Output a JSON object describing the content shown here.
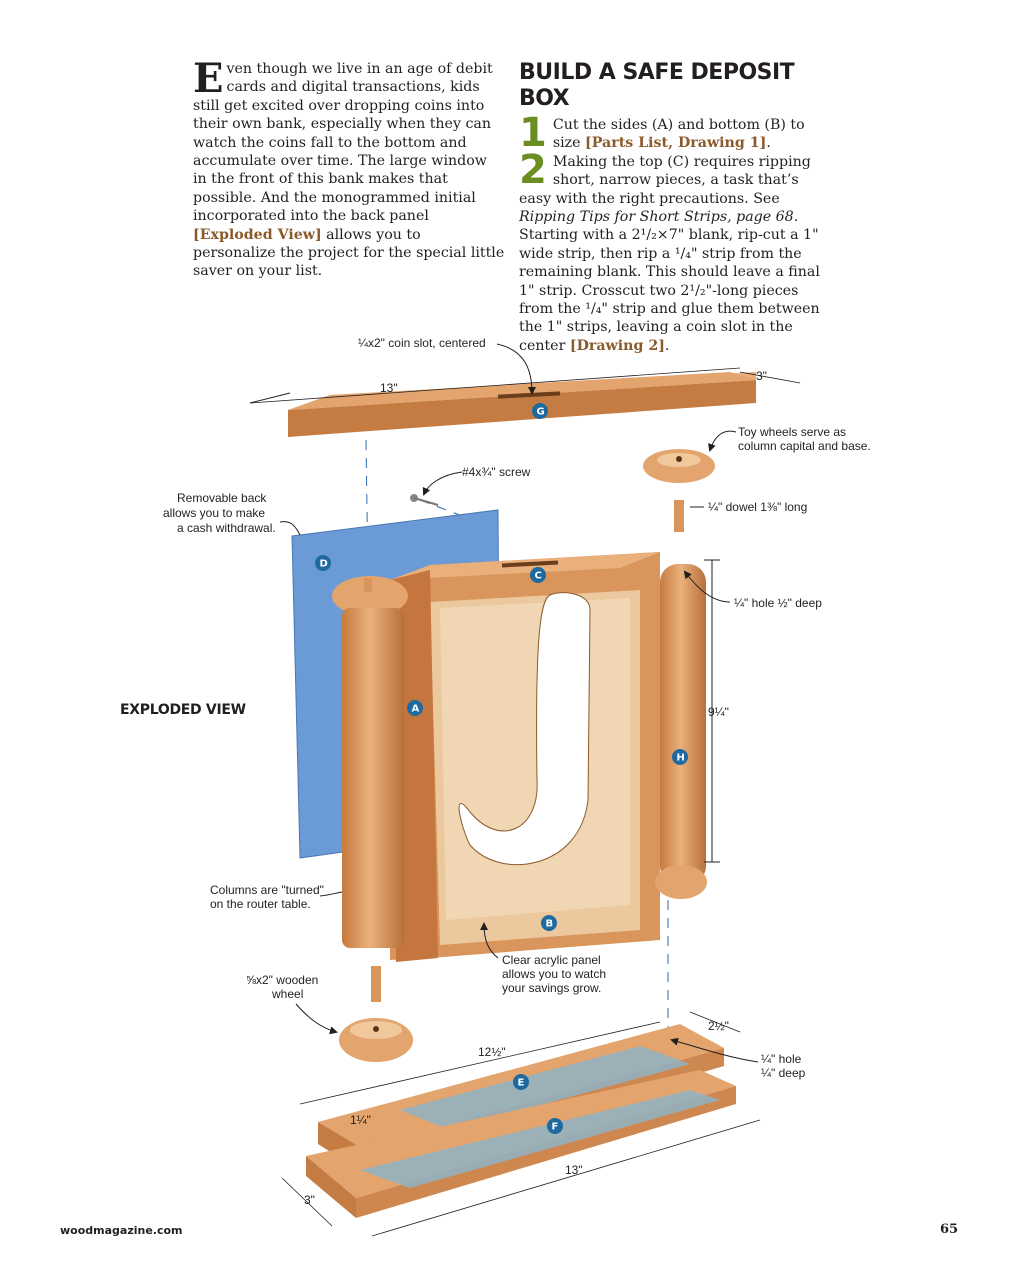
{
  "intro": {
    "dropcap": "E",
    "text_1": "ven though we live in an age of debit cards and digital transactions, kids still get excited over dropping coins into their own bank, especially when they can watch the coins fall to the bottom and accumulate over time. The large window in the front of this bank makes that possible. And the monogrammed initial incorporated into the back panel ",
    "link": "[Exploded View]",
    "text_2": " allows you to personalize the project for the special little saver on your list."
  },
  "build": {
    "heading": "BUILD A SAFE DEPOSIT BOX",
    "step1_num": "1",
    "step1_text": "Cut the sides (A) and bottom (B) to size ",
    "step1_link": "[Parts List, Drawing 1]",
    "step1_end": ".",
    "step2_num": "2",
    "step2_text_1": "Making the top (C) requires ripping short, narrow pieces, a task that’s easy with the right precautions. See ",
    "step2_italic": "Ripping Tips for Short Strips, page 68",
    "step2_text_2": ". Starting with a 2¹/₂×7\" blank, rip-cut a 1\" wide strip, then rip a ¹/₄\" strip from the remaining blank. This should leave a final 1\" strip. Crosscut two 2¹/₂\"-long pieces from the ¹/₄\" strip and glue them between the 1\" strips, leaving a coin slot in the center ",
    "step2_link": "[Drawing 2]",
    "step2_end": "."
  },
  "diagram": {
    "title": "EXPLODED VIEW",
    "labels": {
      "coin_slot": "¼x2\" coin slot, centered",
      "top_len": "13\"",
      "top_width": "3\"",
      "screw": "#4x¾\" screw",
      "toy_wheels_1": "Toy wheels serve as",
      "toy_wheels_2": "column capital and base.",
      "dowel": "¼\" dowel 1⅜\" long",
      "removable_1": "Removable back",
      "removable_2": "allows you to make",
      "removable_3": "a cash withdrawal.",
      "hole_top": "¼\" hole ½\" deep",
      "height": "9¼\"",
      "columns_1": "Columns are \"turned\"",
      "columns_2": "on the router table.",
      "acrylic_1": "Clear acrylic panel",
      "acrylic_2": "allows you to watch",
      "acrylic_3": "your savings grow.",
      "wheel_1": "⅝x2\" wooden",
      "wheel_2": "wheel",
      "base_w": "2½\"",
      "base_len_e": "12½\"",
      "hole_base_1": "¼\" hole",
      "hole_base_2": "¼\" deep",
      "offset": "1¼\"",
      "base_len_f": "13\"",
      "base_width_f": "3\""
    },
    "badges": {
      "a": "A",
      "b": "B",
      "c": "C",
      "d": "D",
      "e": "E",
      "f": "F",
      "g": "G",
      "h": "H"
    },
    "colors": {
      "wood": "#d9955c",
      "wood_dark": "#b8703a",
      "back_panel": "#6b9bd6",
      "acrylic": "#8fb3c4",
      "badge": "#1e6aa0"
    }
  },
  "footer": {
    "site": "woodmagazine.com",
    "page": "65"
  }
}
